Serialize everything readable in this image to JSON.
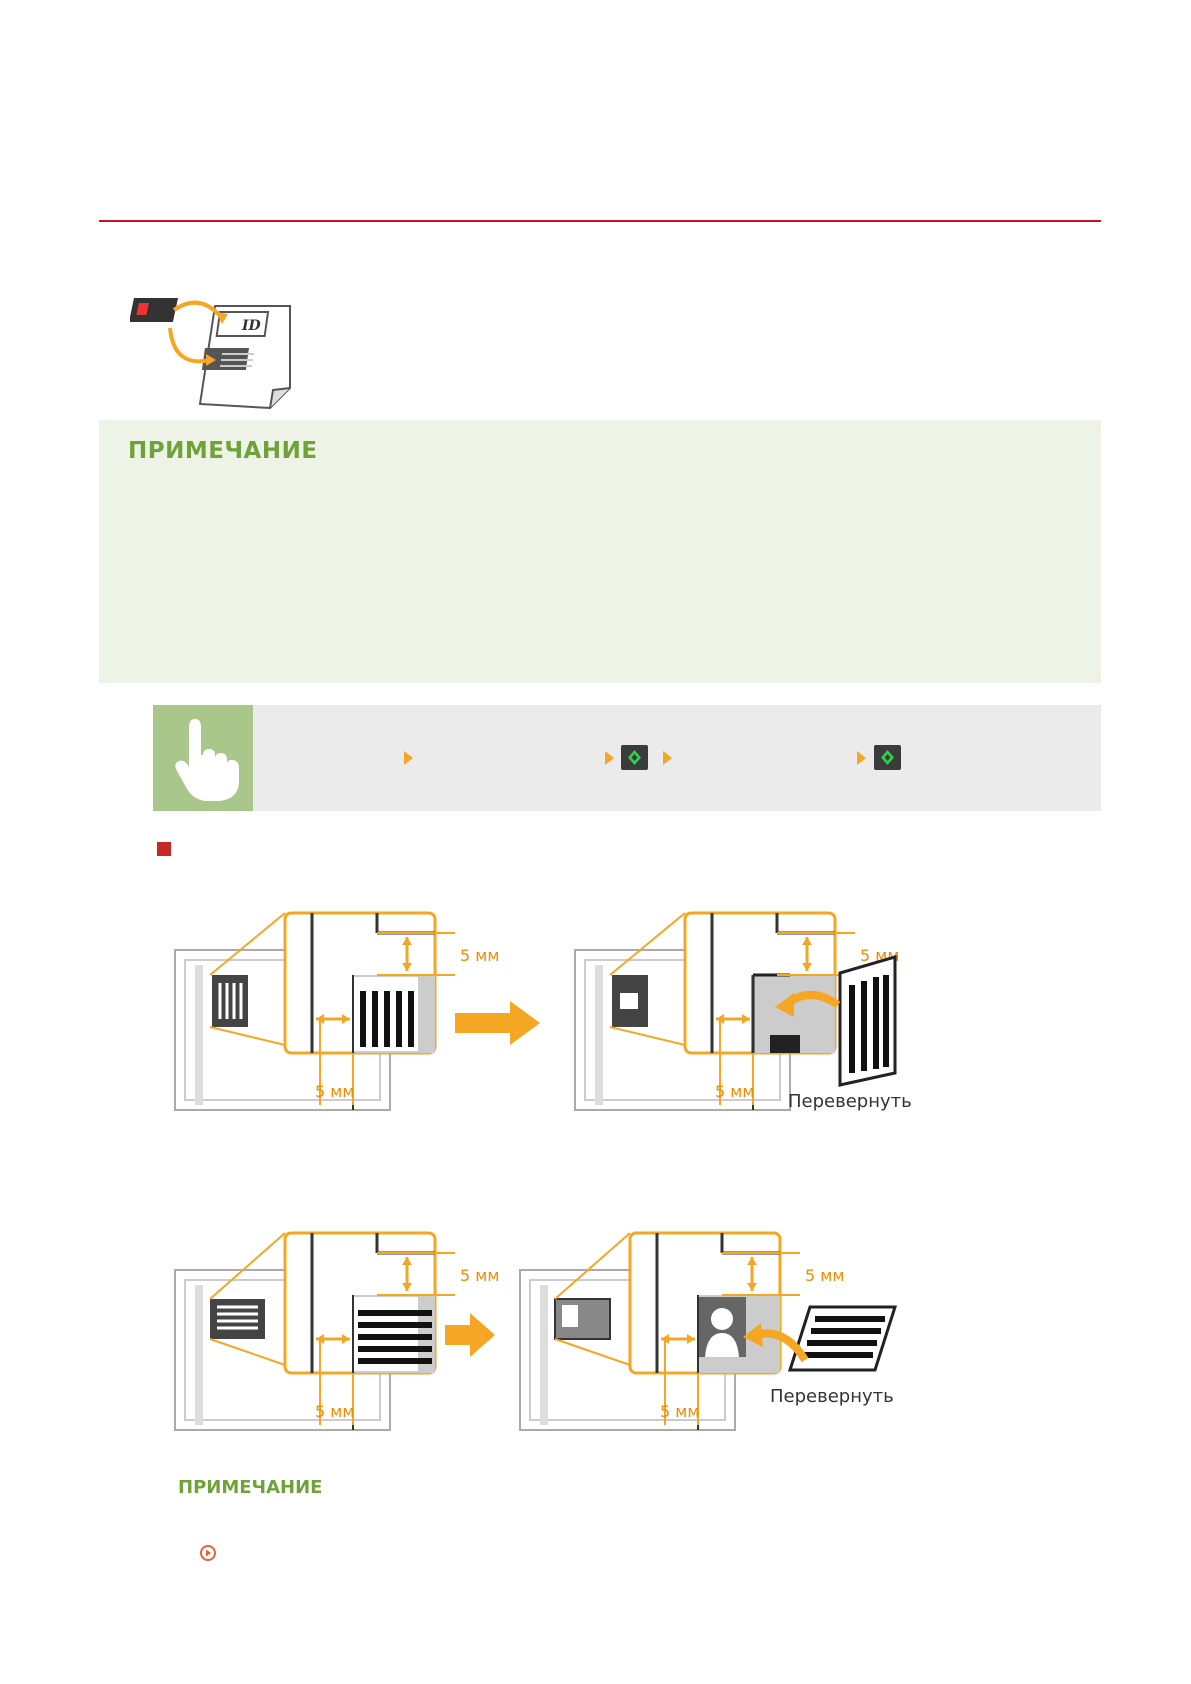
{
  "note": {
    "title": "ПРИМЕЧАНИЕ"
  },
  "diagrams": {
    "mm_label": "5 мм",
    "flip_label": "Перевернуть"
  },
  "note2": {
    "title": "ПРИМЕЧАНИЕ"
  },
  "colors": {
    "accent_red": "#c7141c",
    "note_green": "#6fa33a",
    "arrow_orange": "#f5a623",
    "start_green": "#2fd14a"
  },
  "icons": [
    "id-copy-icon",
    "hand-pointer-icon",
    "step-arrow-icon",
    "start-button-icon",
    "section-marker-icon",
    "flip-arrow-icon",
    "link-arrow-icon"
  ]
}
